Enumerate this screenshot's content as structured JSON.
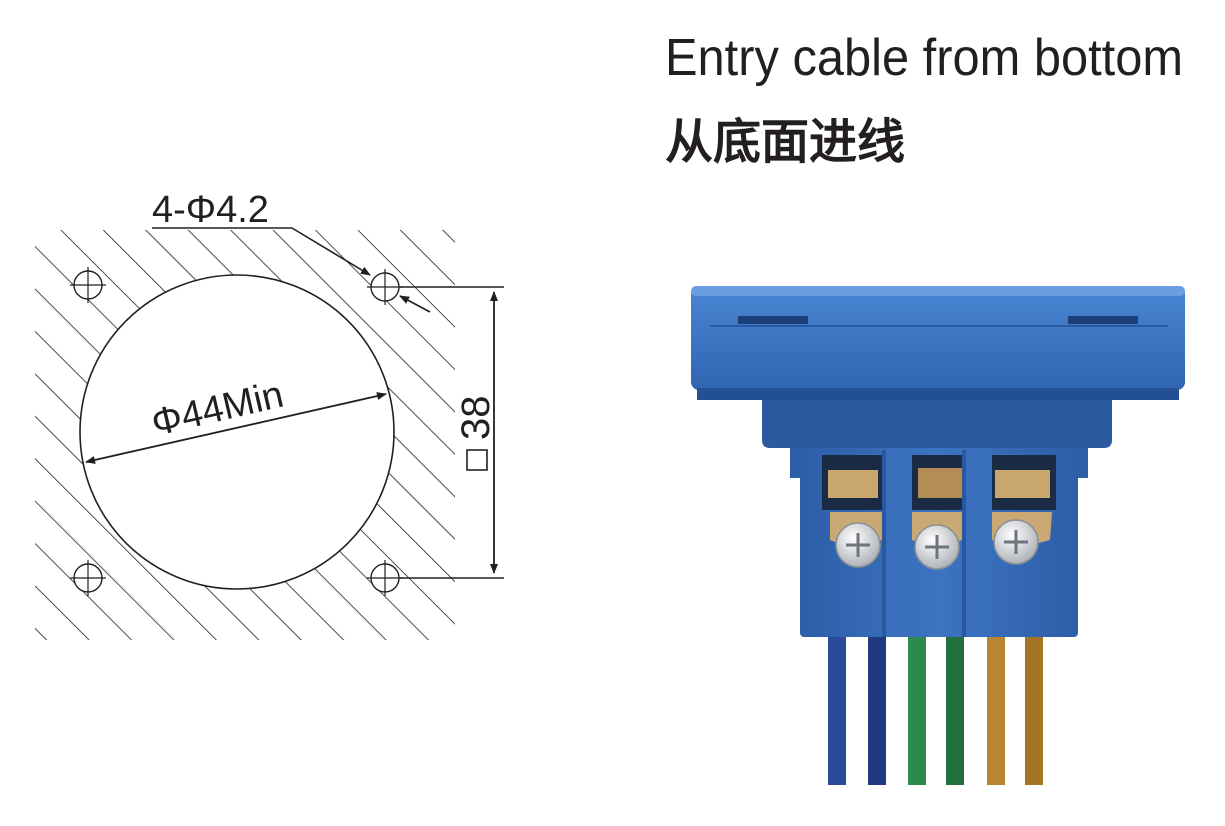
{
  "title": {
    "en": "Entry cable from bottom",
    "zh": "从底面进线"
  },
  "drawing": {
    "hole_callout": "4-Φ4.2",
    "cutout_callout": "Φ44Min",
    "spacing_symbol": "□",
    "spacing_value": "38"
  },
  "colors": {
    "ink": "#231f20",
    "socket_blue": "#3b73c4",
    "socket_dark": "#2b5aa0",
    "wire_blue": "#2a4a9a",
    "wire_green": "#2d8a4e",
    "wire_brown": "#b8862e",
    "brass": "#c9a66b"
  },
  "icons": [
    "crosshair-hole-icon",
    "dimension-arrow-icon",
    "screw-terminal-icon"
  ]
}
